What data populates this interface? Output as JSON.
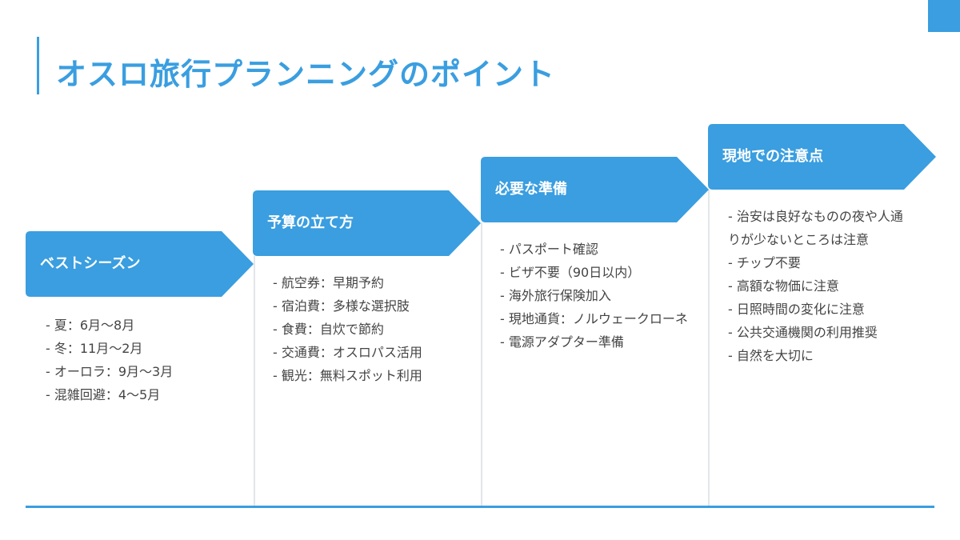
{
  "title": "オスロ旅行プランニングのポイント",
  "colors": {
    "accent": "#3a9ee0",
    "text": "#444444",
    "divider": "#e3e6ea"
  },
  "steps": [
    {
      "heading": "ベストシーズン",
      "items": [
        "- 夏：6月〜8月",
        "- 冬：11月〜2月",
        "- オーロラ：9月〜3月",
        "- 混雑回避：4〜5月"
      ]
    },
    {
      "heading": "予算の立て方",
      "items": [
        "- 航空券：早期予約",
        "- 宿泊費：多様な選択肢",
        "- 食費：自炊で節約",
        "- 交通費：オスロパス活用",
        "- 観光：無料スポット利用"
      ]
    },
    {
      "heading": "必要な準備",
      "items": [
        "- パスポート確認",
        "- ビザ不要（90日以内）",
        "- 海外旅行保険加入",
        "- 現地通貨：ノルウェークローネ",
        "- 電源アダプター準備"
      ]
    },
    {
      "heading": "現地での注意点",
      "items": [
        "- 治安は良好なものの夜や人通りが少ないところは注意",
        "- チップ不要",
        "- 高額な物価に注意",
        "- 日照時間の変化に注意",
        "- 公共交通機関の利用推奨",
        "- 自然を大切に"
      ]
    }
  ]
}
